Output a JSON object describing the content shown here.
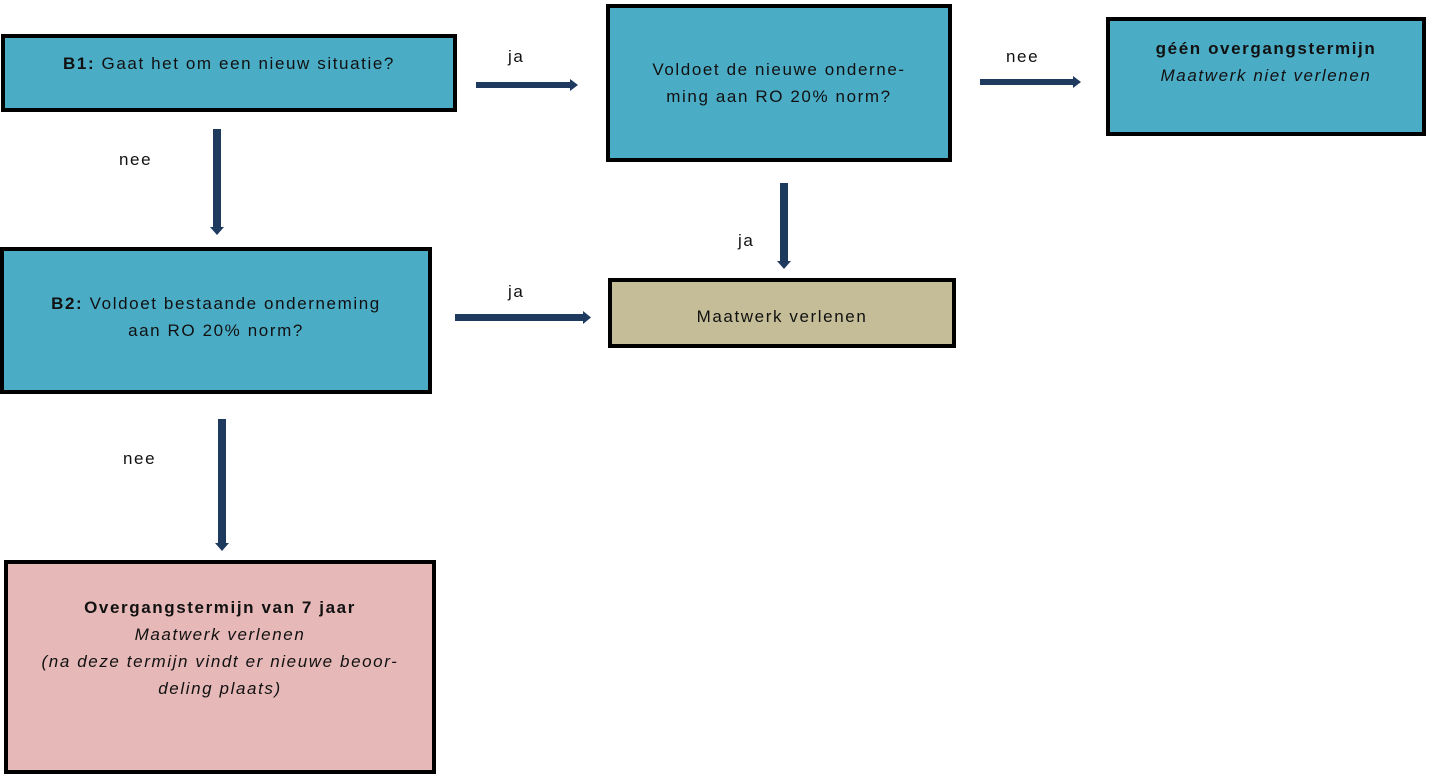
{
  "nodes": {
    "b1": {
      "prefix": "B1:",
      "text": "Gaat het om een nieuw situatie?"
    },
    "new_norm": {
      "line1": "Voldoet de nieuwe onderne-",
      "line2": "ming aan RO 20% norm?"
    },
    "no_transition": {
      "title": "géén overgangstermijn",
      "subtitle": "Maatwerk niet verlenen"
    },
    "b2": {
      "prefix": "B2:",
      "line1": "Voldoet bestaande onderneming",
      "line2": "aan RO 20% norm?"
    },
    "grant": {
      "text": "Maatwerk verlenen"
    },
    "transition": {
      "title": "Overgangstermijn van 7 jaar",
      "line1": "Maatwerk verlenen",
      "line2": "(na deze termijn vindt er nieuwe beoor-",
      "line3": "deling plaats)"
    }
  },
  "edges": {
    "b1_yes": "ja",
    "b1_no": "nee",
    "new_no": "nee",
    "new_yes": "ja",
    "b2_yes": "ja",
    "b2_no": "nee"
  },
  "colors": {
    "decision_box": "#4bacc6",
    "grant_box": "#c4bd97",
    "transition_box": "#e6b9b8",
    "arrow": "#1f3a5f"
  }
}
